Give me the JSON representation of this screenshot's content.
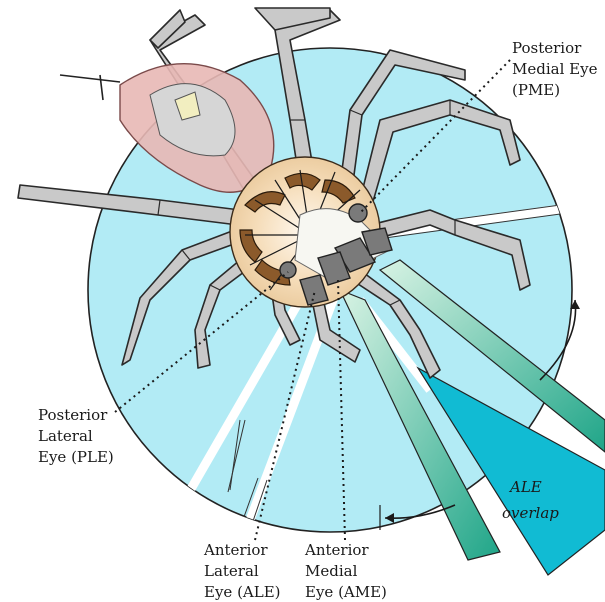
{
  "labels": {
    "pme": [
      "Posterior",
      "Medial Eye",
      "(PME)"
    ],
    "ple": [
      "Posterior",
      "Lateral",
      "Eye (PLE)"
    ],
    "ale": [
      "Anterior",
      "Lateral",
      "Eye (ALE)"
    ],
    "ame": [
      "Anterior",
      "Medial",
      "Eye (AME)"
    ],
    "overlap": [
      "ALE",
      "overlap"
    ]
  },
  "colors": {
    "field": "#b2ebf5",
    "overlap": "#11bbd3",
    "ame_beam": "#1fa588",
    "abdomen": "#e8b8b5",
    "cephalothorax": "#f3d7b0",
    "leg": "#c9c9c9"
  }
}
